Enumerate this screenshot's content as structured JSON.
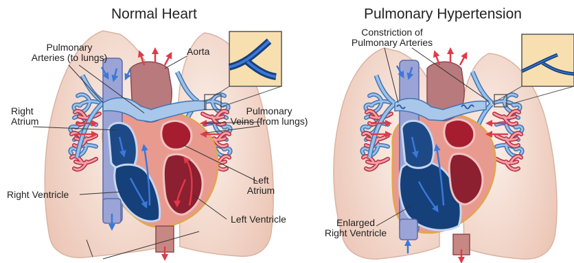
{
  "panels": [
    {
      "title": "Normal Heart",
      "labels": {
        "pulmonary_arteries": [
          "Pulmonary",
          "Arteries (to lungs)"
        ],
        "aorta": "Aorta",
        "right_atrium": [
          "Right",
          "Atrium"
        ],
        "pulmonary_veins": [
          "Pulmonary",
          "Veins (from lungs)"
        ],
        "left_atrium": [
          "Left",
          "Atrium"
        ],
        "right_ventricle": "Right Ventricle",
        "left_ventricle": "Left Ventricle"
      }
    },
    {
      "title": "Pulmonary Hypertension",
      "labels": {
        "constriction": [
          "Constriction of",
          "Pulmonary Arteries"
        ],
        "enlarged_rv": [
          "Enlarged",
          "Right Ventricle"
        ]
      }
    }
  ],
  "colors": {
    "lung": "#f1d9cb",
    "deoxygenated": "#15407a",
    "oxygenated": "#a61d30",
    "vessel_blue": "#7fa8d6",
    "vessel_red": "#e06b78",
    "heart_wall": "#e99a8f",
    "arrow_blue": "#3b78d8",
    "arrow_red": "#e03a4a"
  }
}
